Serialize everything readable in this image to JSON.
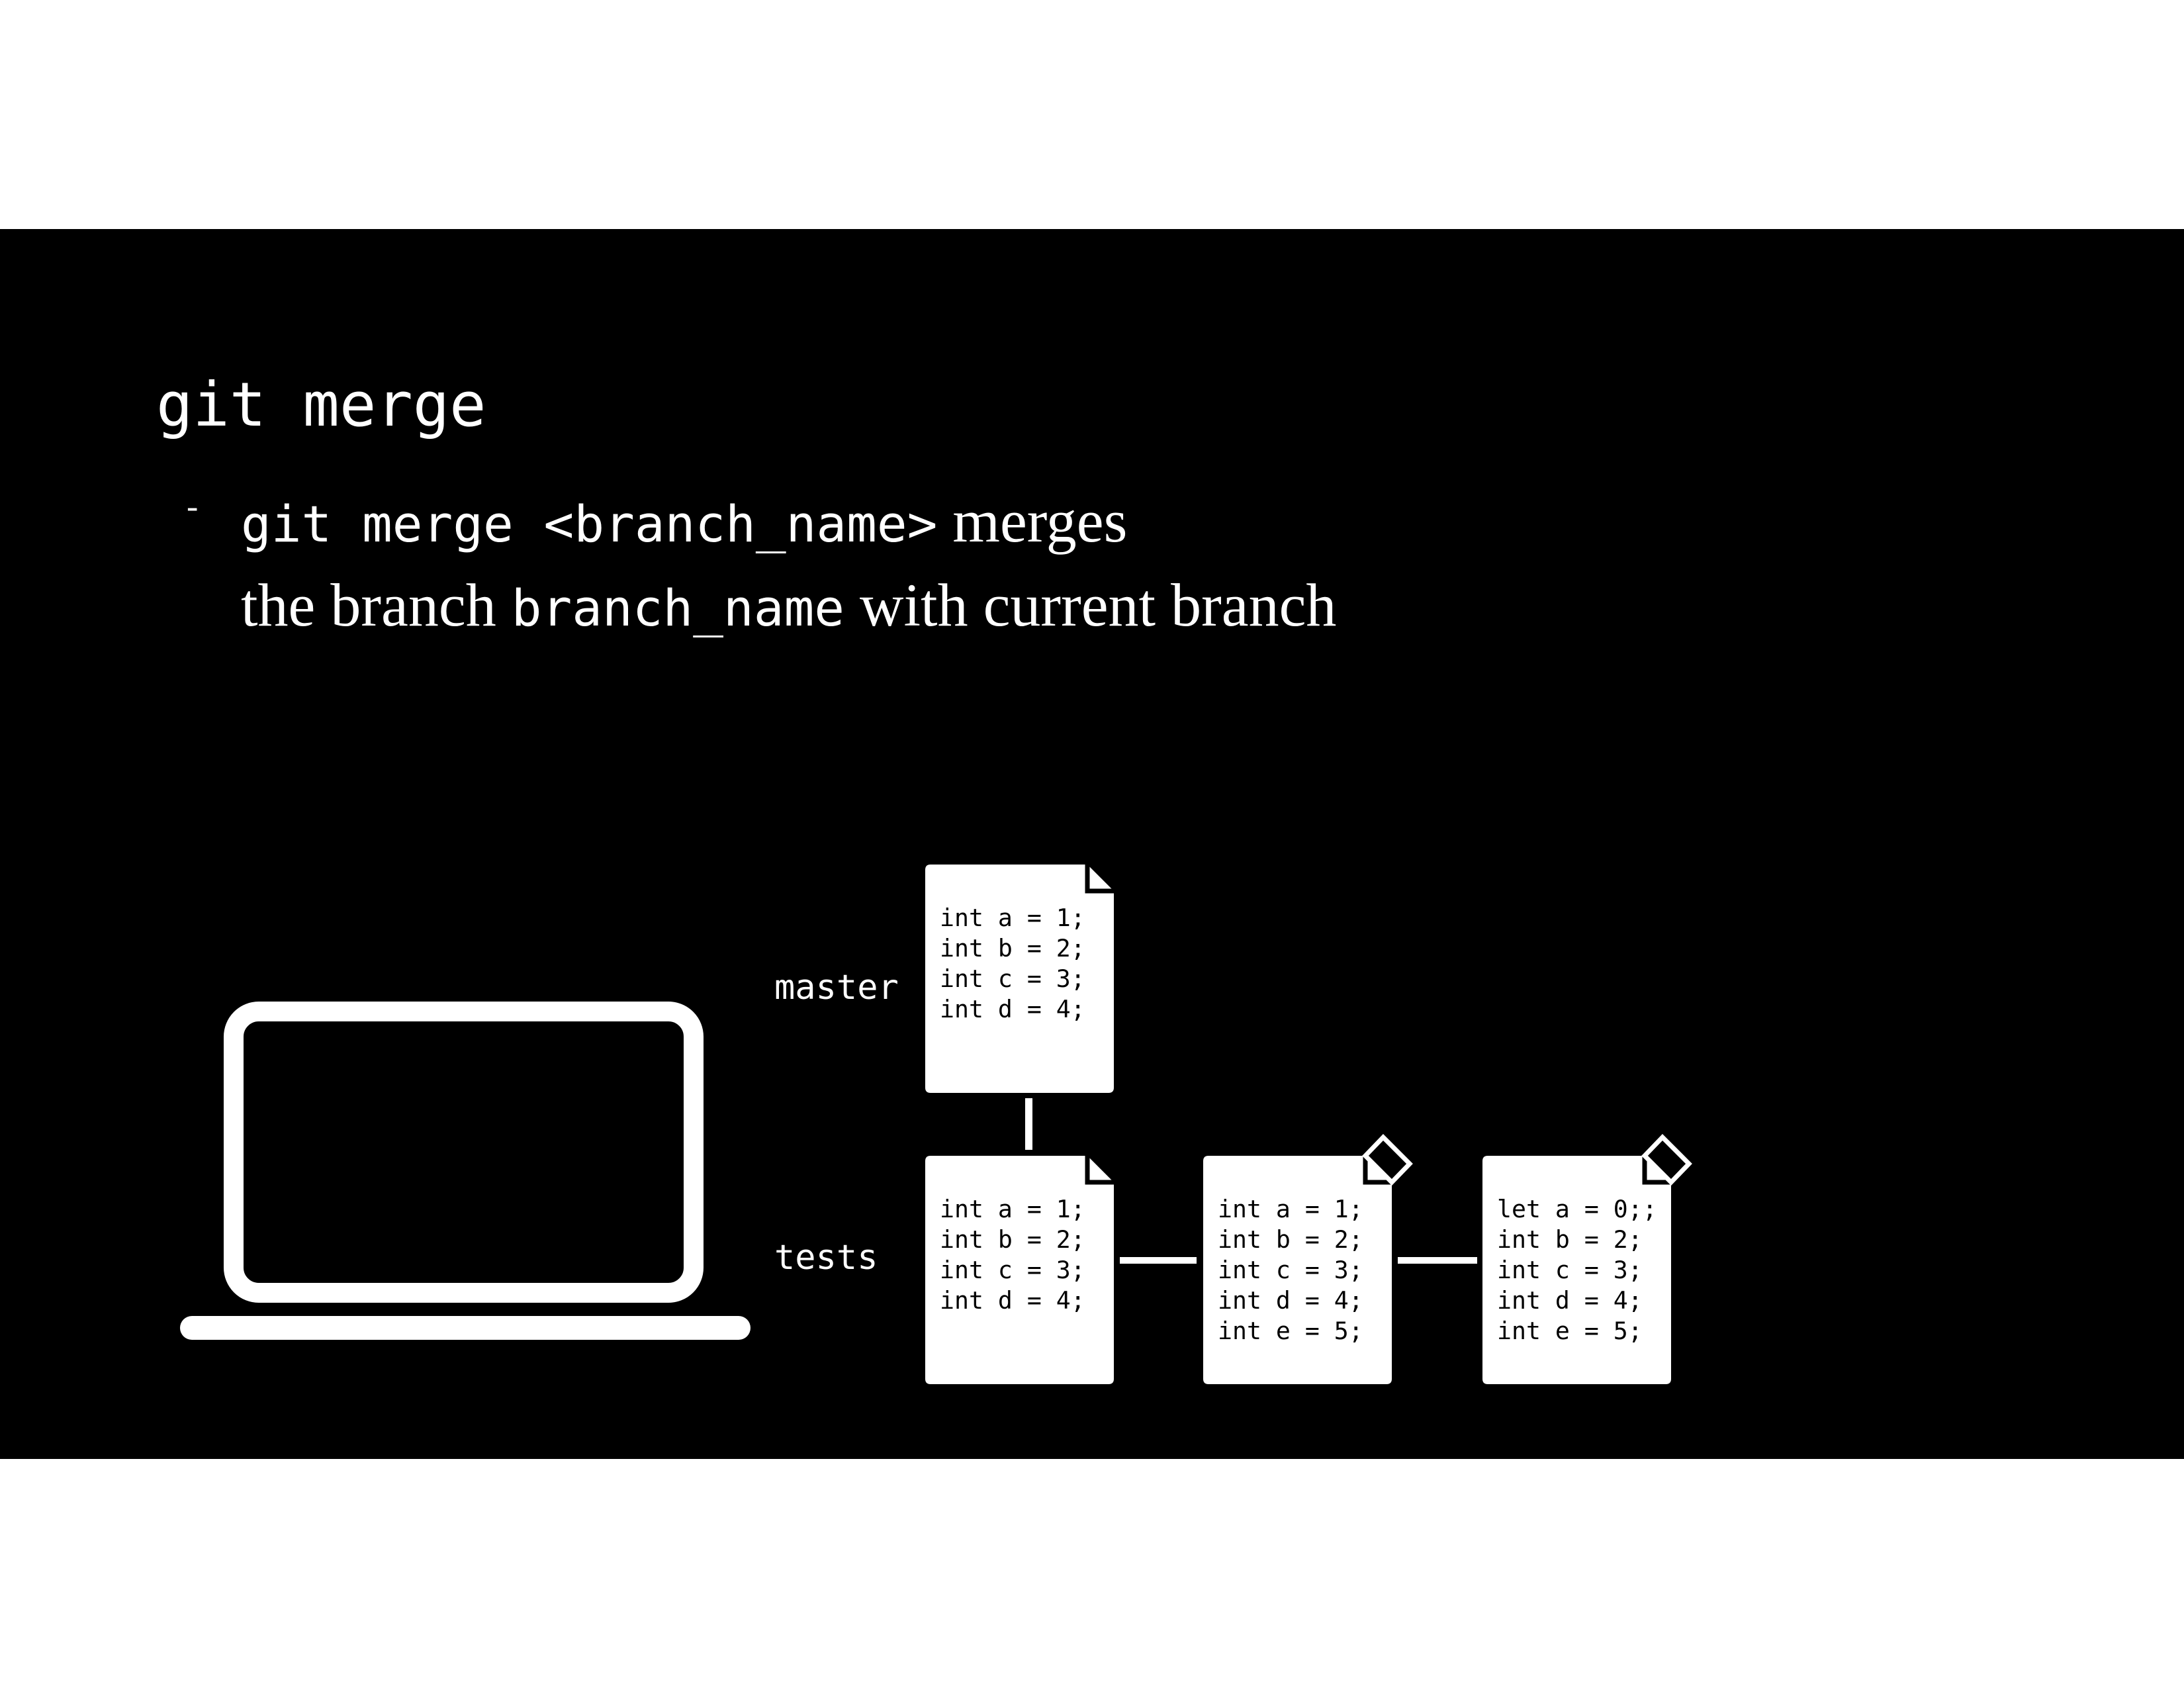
{
  "title": "git merge",
  "bullet": {
    "marker": "-",
    "command": "git merge <branch_name>",
    "after_command": " merges",
    "line2_start": "the branch ",
    "branch_code": "branch_name",
    "line2_end": " with current branch"
  },
  "diagram": {
    "branches": [
      {
        "name": "master"
      },
      {
        "name": "tests"
      }
    ],
    "commits": [
      {
        "branch": "master",
        "lines": [
          "int a = 1;",
          "int b = 2;",
          "int c = 3;",
          "int d = 4;"
        ],
        "modified": false
      },
      {
        "branch": "tests",
        "lines": [
          "int a = 1;",
          "int b = 2;",
          "int c = 3;",
          "int d = 4;"
        ],
        "modified": false
      },
      {
        "branch": "tests",
        "lines": [
          "int a = 1;",
          "int b = 2;",
          "int c = 3;",
          "int d = 4;",
          "int e = 5;"
        ],
        "modified": true
      },
      {
        "branch": "tests",
        "lines": [
          "let a = 0;;",
          "int b = 2;",
          "int c = 3;",
          "int d = 4;",
          "int e = 5;"
        ],
        "modified": true
      }
    ]
  },
  "icons": {
    "laptop": "laptop-icon",
    "document": "document-icon"
  },
  "colors": {
    "background": "#000000",
    "foreground": "#ffffff",
    "page": "#ffffff"
  }
}
